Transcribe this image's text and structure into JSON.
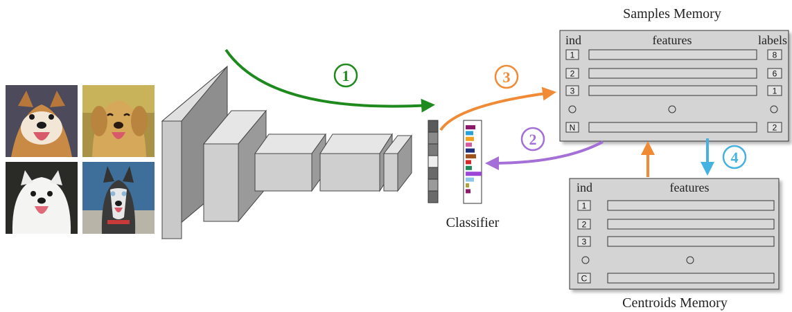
{
  "photos": [
    {
      "subject": "shiba-inu-dog",
      "bg": "#b9874e"
    },
    {
      "subject": "golden-retriever-dog",
      "bg": "#b3993f"
    },
    {
      "subject": "samoyed-dog",
      "bg": "#2a2a26"
    },
    {
      "subject": "husky-dog",
      "bg": "#3e6f9a"
    }
  ],
  "classifier": {
    "label": "Classifier"
  },
  "samples_memory": {
    "title": "Samples Memory",
    "headers": {
      "ind": "ind",
      "features": "features",
      "labels": "labels"
    },
    "rows": [
      {
        "ind": "1",
        "label": "8"
      },
      {
        "ind": "2",
        "label": "6"
      },
      {
        "ind": "3",
        "label": "1"
      },
      {
        "ind": "N",
        "label": "2"
      }
    ]
  },
  "centroids_memory": {
    "title": "Centroids Memory",
    "headers": {
      "ind": "ind",
      "features": "features"
    },
    "rows": [
      {
        "ind": "1"
      },
      {
        "ind": "2"
      },
      {
        "ind": "3"
      },
      {
        "ind": "C"
      }
    ]
  },
  "steps": [
    {
      "num": "1",
      "color": "#1e8a1e"
    },
    {
      "num": "2",
      "color": "#a46fd6"
    },
    {
      "num": "3",
      "color": "#f08a35"
    },
    {
      "num": "4",
      "color": "#45b2e2"
    }
  ],
  "classifier_bar_colors": [
    "#8b1a6b",
    "#2aa0d8",
    "#f0a020",
    "#d45aa0",
    "#1c2f7a",
    "#a0521c",
    "#d42828",
    "#1f8a5a",
    "#9b46d6",
    "#8ec8e8",
    "#b0a040",
    "#8b1a6b"
  ]
}
